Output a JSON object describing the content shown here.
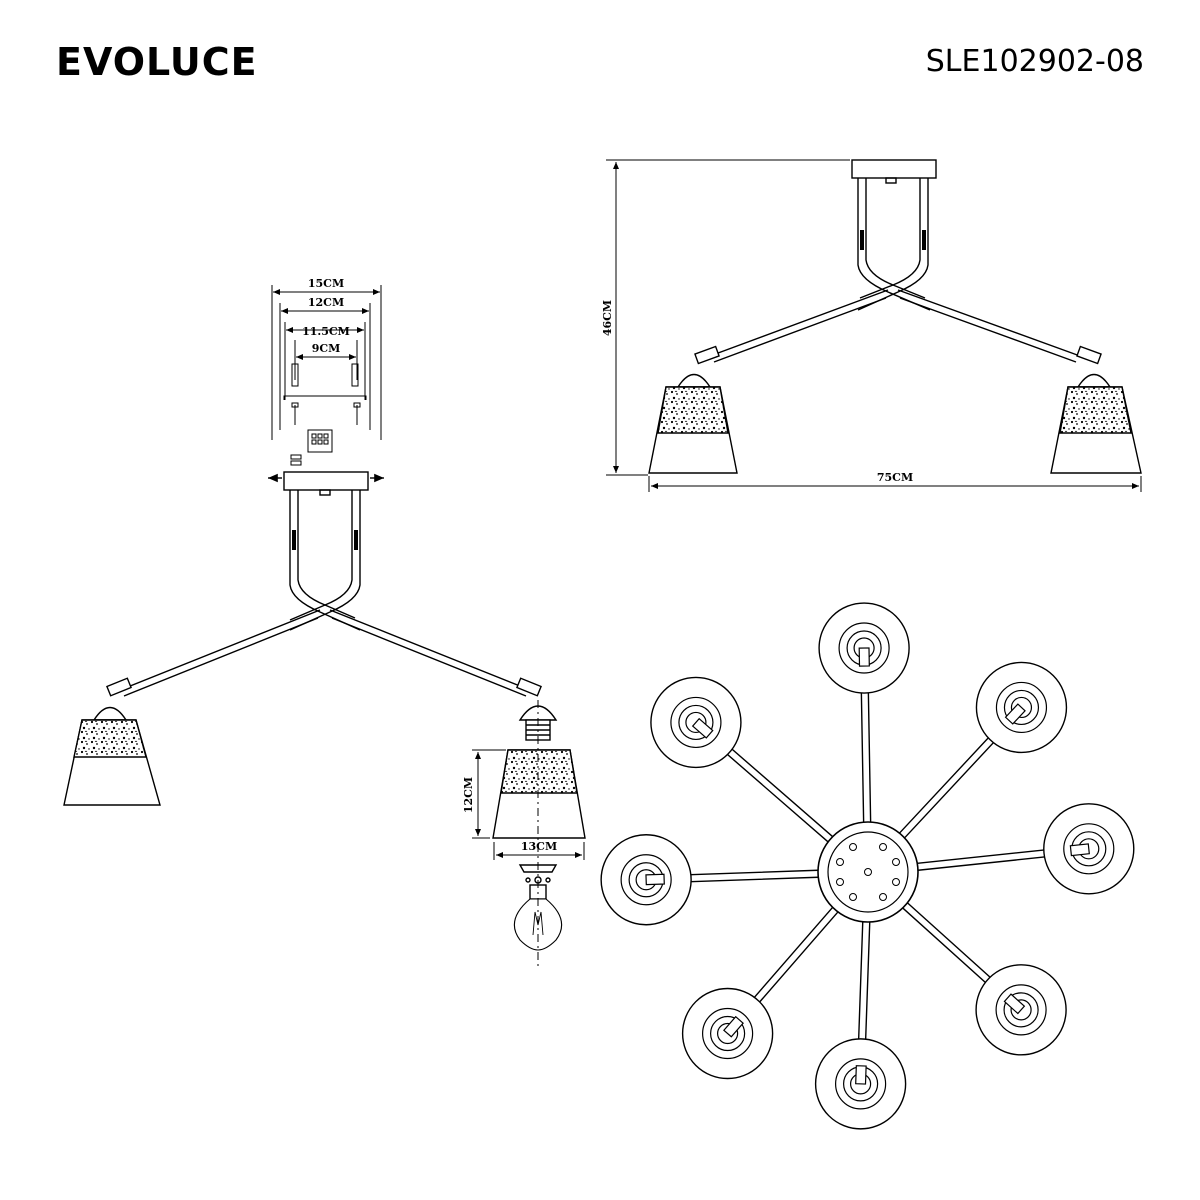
{
  "header": {
    "brand": "EVOLUCE",
    "model": "SLE102902-08"
  },
  "dimensions": {
    "plate_outer": "15CM",
    "plate_inner": "12CM",
    "bracket_width": "11.5CM",
    "screw_spacing": "9CM",
    "height": "46CM",
    "span": "75CM",
    "shade_height": "12CM",
    "shade_diameter": "13CM"
  },
  "top_view": {
    "arm_count": 8
  }
}
